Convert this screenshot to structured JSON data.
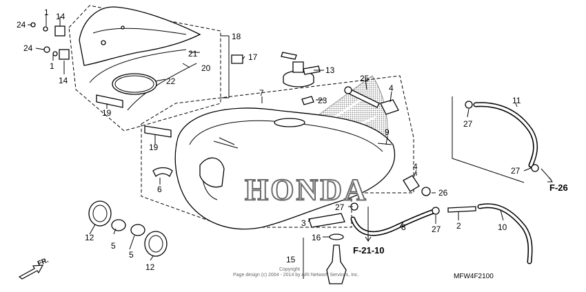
{
  "part_numbers": {
    "p1a": "1",
    "p1b": "1",
    "p2": "2",
    "p3": "3",
    "p4a": "4",
    "p4b": "4",
    "p5a": "5",
    "p5b": "5",
    "p6": "6",
    "p7": "7",
    "p8": "8",
    "p9": "9",
    "p10": "10",
    "p11": "11",
    "p12a": "12",
    "p12b": "12",
    "p13": "13",
    "p14a": "14",
    "p14b": "14",
    "p15": "15",
    "p16": "16",
    "p17": "17",
    "p18": "18",
    "p19a": "19",
    "p19b": "19",
    "p20": "20",
    "p21": "21",
    "p22": "22",
    "p23": "23",
    "p24a": "24",
    "p24b": "24",
    "p25": "25",
    "p26": "26",
    "p27a": "27",
    "p27b": "27",
    "p27c": "27",
    "p27d": "27"
  },
  "references": {
    "f21": "F-21-10",
    "f26": "F-26"
  },
  "brand_text": "HONDA",
  "direction_label": "FR.",
  "diagram_code": "MFW4F2100",
  "copyright": {
    "line1": "Copyright",
    "line2": "Page design (c) 2004 - 2014 by ARI Network Services, Inc."
  }
}
